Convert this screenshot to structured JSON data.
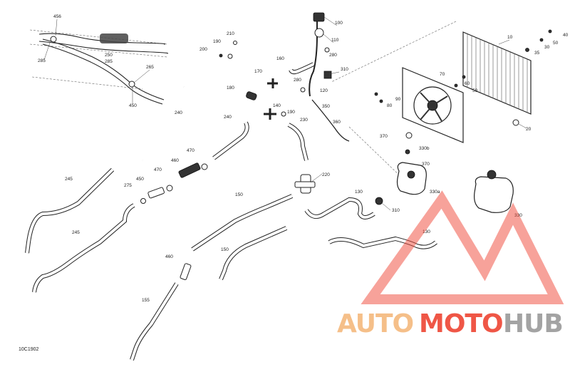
{
  "diagram": {
    "id": "10C1902",
    "parts": [
      {
        "ref": "456"
      },
      {
        "ref": "285"
      },
      {
        "ref": "250"
      },
      {
        "ref": "285"
      },
      {
        "ref": "265"
      },
      {
        "ref": "450"
      },
      {
        "ref": "240"
      },
      {
        "ref": "240"
      },
      {
        "ref": "245"
      },
      {
        "ref": "245"
      },
      {
        "ref": "275"
      },
      {
        "ref": "450"
      },
      {
        "ref": "470"
      },
      {
        "ref": "460"
      },
      {
        "ref": "470"
      },
      {
        "ref": "210"
      },
      {
        "ref": "190"
      },
      {
        "ref": "200"
      },
      {
        "ref": "160"
      },
      {
        "ref": "170"
      },
      {
        "ref": "180"
      },
      {
        "ref": "140"
      },
      {
        "ref": "190"
      },
      {
        "ref": "230"
      },
      {
        "ref": "100"
      },
      {
        "ref": "110"
      },
      {
        "ref": "280"
      },
      {
        "ref": "310"
      },
      {
        "ref": "280"
      },
      {
        "ref": "120"
      },
      {
        "ref": "350"
      },
      {
        "ref": "360"
      },
      {
        "ref": "220"
      },
      {
        "ref": "150"
      },
      {
        "ref": "150"
      },
      {
        "ref": "460"
      },
      {
        "ref": "155"
      },
      {
        "ref": "130"
      },
      {
        "ref": "310"
      },
      {
        "ref": "130"
      },
      {
        "ref": "10"
      },
      {
        "ref": "40"
      },
      {
        "ref": "50"
      },
      {
        "ref": "30"
      },
      {
        "ref": "35"
      },
      {
        "ref": "70"
      },
      {
        "ref": "60"
      },
      {
        "ref": "50"
      },
      {
        "ref": "90"
      },
      {
        "ref": "80"
      },
      {
        "ref": "20"
      },
      {
        "ref": "370"
      },
      {
        "ref": "330b"
      },
      {
        "ref": "370"
      },
      {
        "ref": "330a"
      },
      {
        "ref": "330"
      }
    ]
  },
  "watermark": {
    "part1": "AUTO",
    "part2": "MOTO",
    "part3": "HUB",
    "color_orange": "#f5b97d",
    "color_red": "#ee4433",
    "color_gray": "#9a9a9a"
  }
}
